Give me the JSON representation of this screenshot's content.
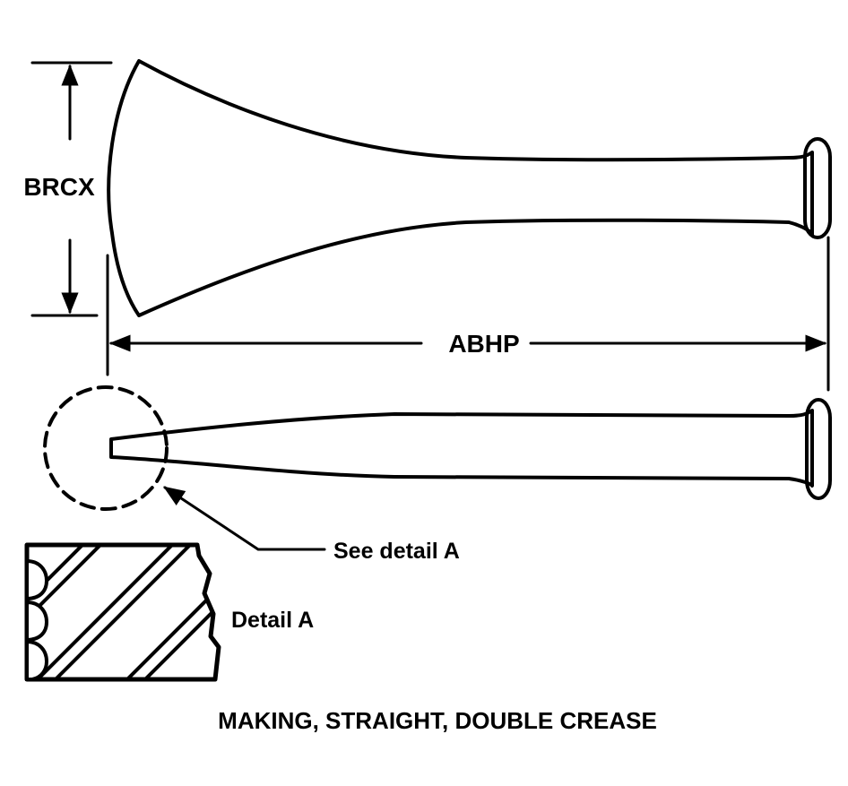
{
  "dimensions": {
    "height_label": "BRCX",
    "length_label": "ABHP"
  },
  "callout": {
    "text": "See detail A"
  },
  "detail": {
    "label": "Detail A"
  },
  "caption": "MAKING, STRAIGHT, DOUBLE CREASE"
}
